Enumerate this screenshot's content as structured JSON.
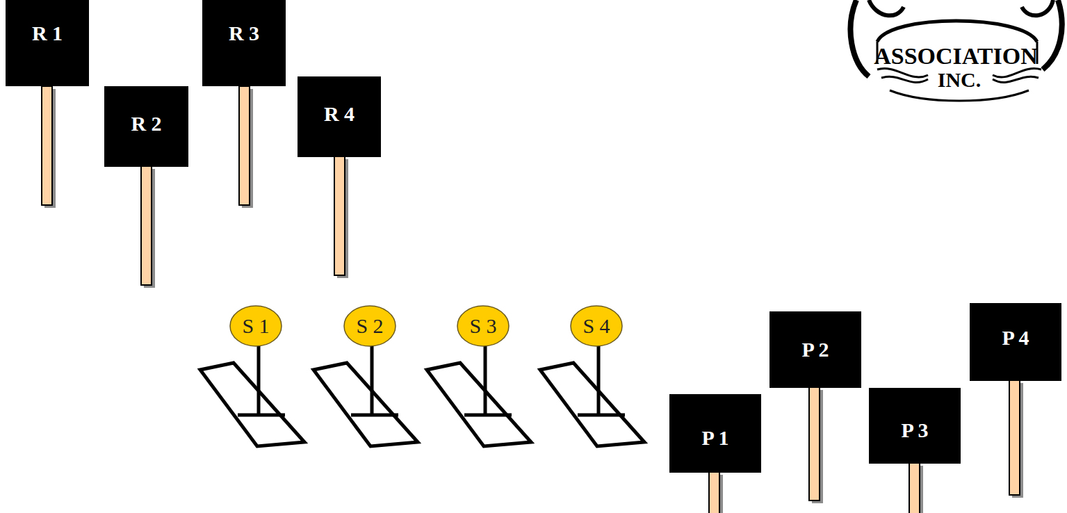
{
  "diagram": {
    "nodes": [
      {
        "text": [
          "R 1"
        ]
      },
      {
        "text": [
          "R 2"
        ]
      },
      {
        "text": [
          "R 3"
        ]
      },
      {
        "text": [
          "R 4"
        ]
      },
      {
        "text": [
          "S 1"
        ]
      },
      {
        "text": [
          "S 2"
        ]
      },
      {
        "text": [
          "S 3"
        ]
      },
      {
        "text": [
          "S 4"
        ]
      },
      {
        "text": [
          "P 1"
        ]
      },
      {
        "text": [
          "P 2"
        ]
      },
      {
        "text": [
          "P 3"
        ]
      },
      {
        "text": [
          "P 4"
        ]
      }
    ],
    "labels": [
      "ASSOCIATION",
      "INC."
    ]
  }
}
